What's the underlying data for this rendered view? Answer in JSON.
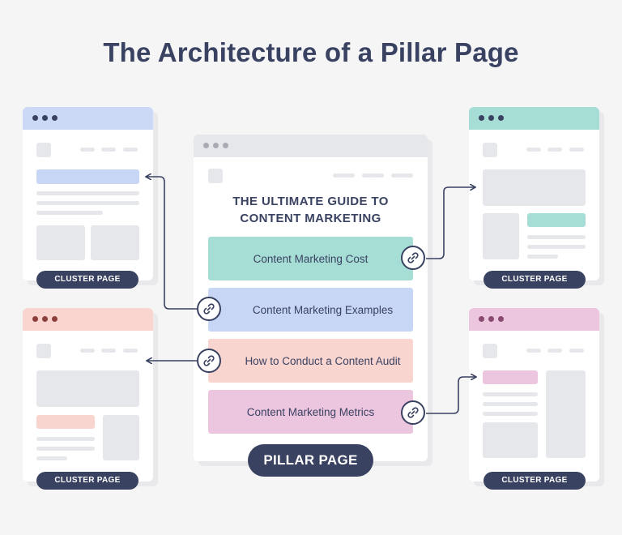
{
  "title": "The Architecture of a Pillar Page",
  "pillar": {
    "heading_line1": "THE ULTIMATE GUIDE TO",
    "heading_line2": "CONTENT MARKETING",
    "badge": "PILLAR PAGE",
    "topics": [
      {
        "label": "Content Marketing Cost",
        "color": "#a6ded6"
      },
      {
        "label": "Content Marketing Examples",
        "color": "#c8d6f6"
      },
      {
        "label": "How to Conduct a Content Audit",
        "color": "#f9d5cf"
      },
      {
        "label": "Content Marketing Metrics",
        "color": "#ecc5df"
      }
    ]
  },
  "clusters": [
    {
      "badge": "CLUSTER PAGE",
      "bar_color": "#cbd8f6",
      "dot_color": "#3a4262",
      "accent": "#c8d6f6"
    },
    {
      "badge": "CLUSTER PAGE",
      "bar_color": "#a6ded6",
      "dot_color": "#3a4262",
      "accent": "#a6ded6"
    },
    {
      "badge": "CLUSTER PAGE",
      "bar_color": "#fad5cf",
      "dot_color": "#8b3f3a",
      "accent": "#f9d5cf"
    },
    {
      "badge": "CLUSTER PAGE",
      "bar_color": "#ecc5df",
      "dot_color": "#8a4a72",
      "accent": "#ecc5df"
    }
  ],
  "icons": {
    "link": "chain-link-icon",
    "arrow": "arrow-icon"
  },
  "colors": {
    "ink": "#3a4262",
    "placeholder": "#e6e7ea",
    "background": "#f5f5f6"
  }
}
